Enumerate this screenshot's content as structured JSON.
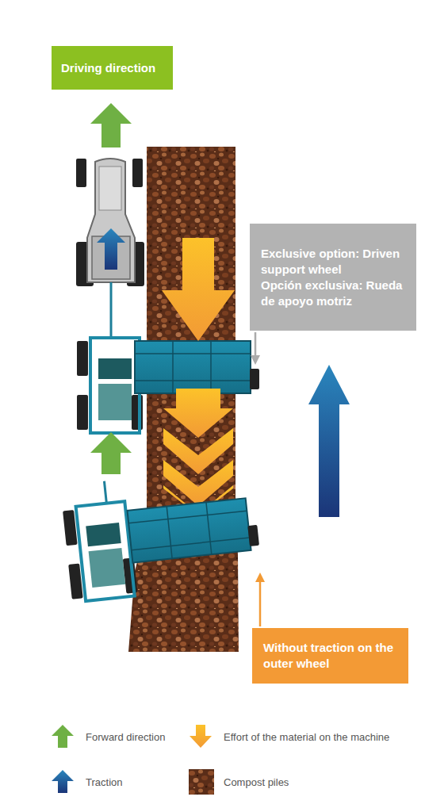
{
  "diagram": {
    "nodes": [
      {
        "text": [
          "Driving direction"
        ]
      },
      {
        "text": [
          "Exclusive option: Driven support wheel",
          "Opción exclusiva: Rueda de apoyo motriz"
        ]
      },
      {
        "text": [
          "Without traction on the outer wheel"
        ]
      }
    ],
    "legend": [
      {
        "text": "Forward direction"
      },
      {
        "text": "Effort of the material on the machine"
      },
      {
        "text": "Traction"
      },
      {
        "text": "Compost piles"
      }
    ]
  }
}
